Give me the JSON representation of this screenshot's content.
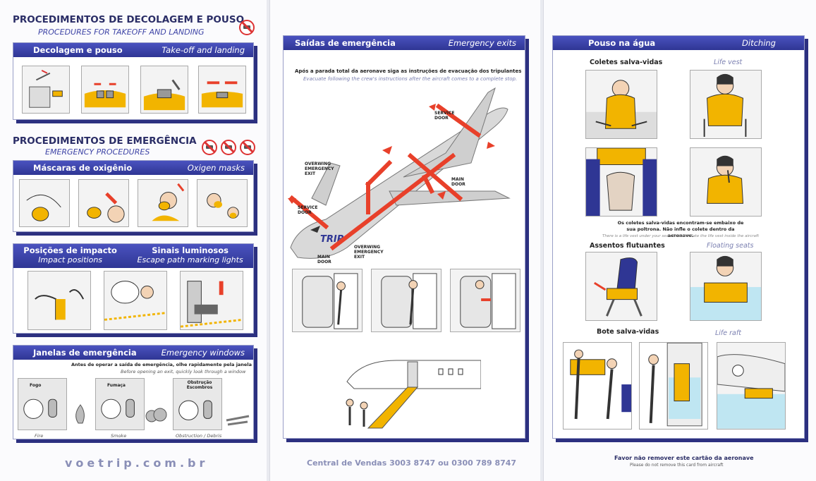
{
  "panel1": {
    "procedures": {
      "title": "PROCEDIMENTOS DE DECOLAGEM E POUSO",
      "subtitle": "PROCEDURES FOR TAKEOFF AND LANDING"
    },
    "takeoff_box": {
      "pt": "Decolagem e pouso",
      "en": "Take-off and landing"
    },
    "emergency": {
      "title": "PROCEDIMENTOS DE EMERGÊNCIA",
      "subtitle": "EMERGENCY PROCEDURES"
    },
    "oxygen_box": {
      "pt": "Máscaras de oxigênio",
      "en": "Oxigen masks"
    },
    "impact_box": {
      "pt1": "Posições de impacto",
      "en1": "Impact positions",
      "pt2": "Sinais luminosos",
      "en2": "Escape path marking lights"
    },
    "windows_box": {
      "pt": "Janelas de emergência",
      "en": "Emergency windows",
      "note_pt": "Antes de operar a saída de emergência, olhe rapidamente pela janela",
      "note_en": "Before opening an exit, quickly look through a window",
      "items": [
        {
          "pt": "Fogo",
          "en": "Fire"
        },
        {
          "pt": "Fumaça",
          "en": "Smoke"
        },
        {
          "pt": "Obstrução Escombros",
          "en": "Obstruction / Debris"
        }
      ]
    },
    "website": "voetrip.com.br"
  },
  "panel2": {
    "header": {
      "pt": "Saídas de emergência",
      "en": "Emergency exits"
    },
    "note_pt": "Após a parada total da aeronave siga as instruções de evacuação dos tripulantes",
    "note_en": "Evacuate following the crew's instructions after the aircraft comes to a complete stop.",
    "labels": {
      "service_door_top": "SERVICE DOOR",
      "overwing_top": "OVERWING EMERGENCY EXIT",
      "service_door_left": "SERVICE DOOR",
      "main_door_right": "MAIN DOOR",
      "main_door_bottom": "MAIN DOOR",
      "overwing_bottom": "OVERWING EMERGENCY EXIT",
      "brand": "TRIP"
    },
    "sales": "Central de Vendas 3003 8747 ou 0300 789 8747"
  },
  "panel3": {
    "header": {
      "pt": "Pouso na água",
      "en": "Ditching"
    },
    "life_vest": {
      "pt": "Coletes salva-vidas",
      "en": "Life vest"
    },
    "vest_note_pt": "Os coletes salva-vidas encontram-se embaixo de sua poltrona. Não infle o colete dentro da aeronave.",
    "vest_note_en": "There is a life vest under your seat.   Do not inflate the life vest inside the aircraft",
    "floating": {
      "pt": "Assentos flutuantes",
      "en": "Floating seats"
    },
    "raft": {
      "pt": "Bote salva-vidas",
      "en": "Life raft"
    },
    "footer_pt": "Favor não remover este cartão da aeronave",
    "footer_en": "Please do not remove this card from aircraft"
  },
  "colors": {
    "navy": "#2f3694",
    "accent_yellow": "#f2b400",
    "arrow_red": "#e8402a"
  }
}
